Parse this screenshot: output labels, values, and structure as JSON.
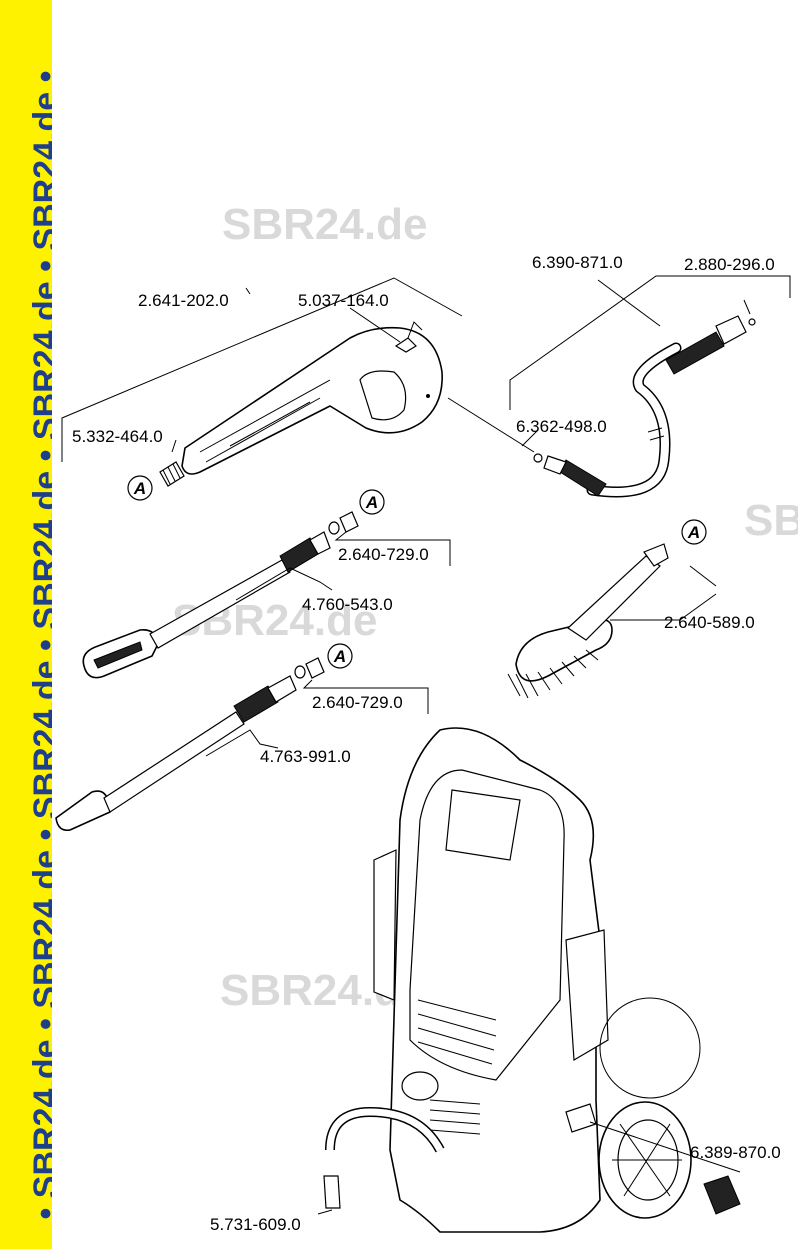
{
  "sidebar": {
    "text": "SBR24.de",
    "separator": "•",
    "repeat": 6,
    "color": "#1d3f8c",
    "background": "#fff200"
  },
  "watermarks": [
    {
      "text": "SBR24.de"
    },
    {
      "text": "SBR24.de"
    },
    {
      "text": "SBR24.de"
    },
    {
      "text": "SB"
    }
  ],
  "callout_marker": "A",
  "parts": [
    {
      "id": "2.641-202.0"
    },
    {
      "id": "5.037-164.0"
    },
    {
      "id": "6.390-871.0"
    },
    {
      "id": "2.880-296.0"
    },
    {
      "id": "5.332-464.0"
    },
    {
      "id": "6.362-498.0"
    },
    {
      "id": "2.640-729.0"
    },
    {
      "id": "4.760-543.0"
    },
    {
      "id": "2.640-589.0"
    },
    {
      "id": "2.640-729.0"
    },
    {
      "id": "4.763-991.0"
    },
    {
      "id": "6.389-870.0"
    },
    {
      "id": "5.731-609.0"
    }
  ]
}
